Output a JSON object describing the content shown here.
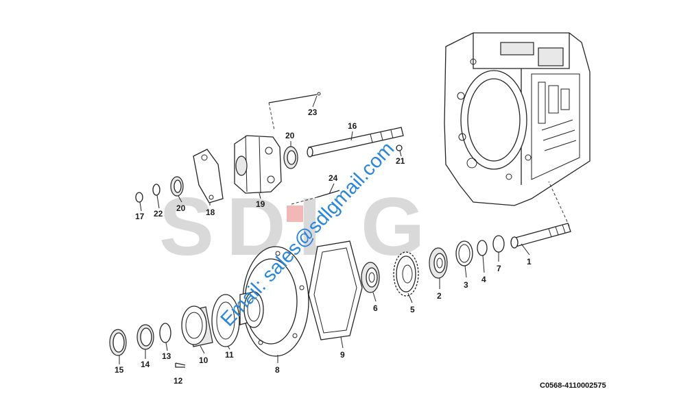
{
  "watermark": {
    "logo_text": "SDLG",
    "email": "Email: sales@sdlgmail.com"
  },
  "drawing_number": "C0568-4110002575",
  "callouts": [
    "1",
    "2",
    "3",
    "4",
    "5",
    "6",
    "7",
    "8",
    "9",
    "10",
    "11",
    "12",
    "13",
    "14",
    "15",
    "16",
    "17",
    "18",
    "19",
    "20",
    "20",
    "21",
    "22",
    "23",
    "24"
  ],
  "colors": {
    "line": "#222222",
    "watermark": "#d9d9d9",
    "email": "#2a86d9",
    "background": "#ffffff"
  }
}
